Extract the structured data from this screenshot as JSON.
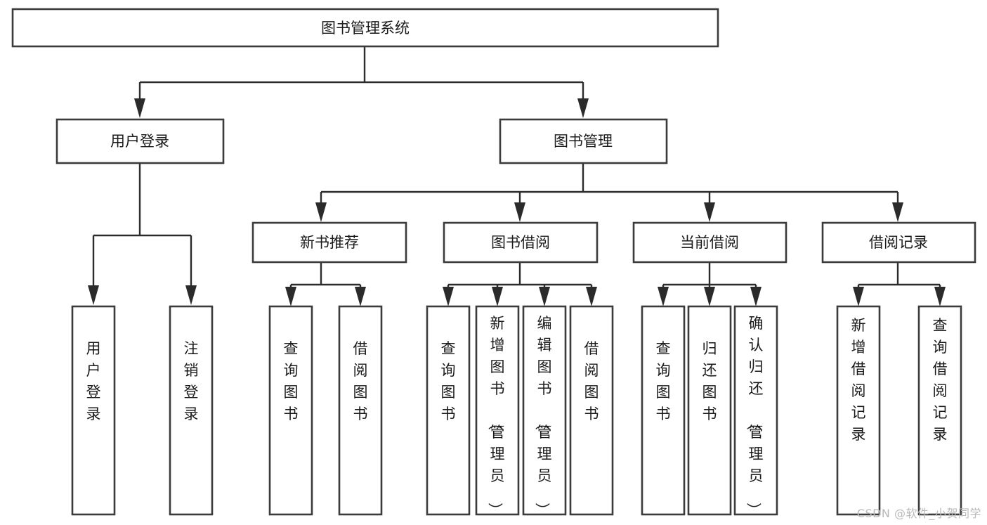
{
  "diagram": {
    "title": "图书管理系统",
    "type": "tree",
    "orientation": "top-down",
    "watermark": "CSDN @软件_小贺同学",
    "colors": {
      "box_fill": "#ffffff",
      "box_stroke": "#3b3b3b",
      "connector": "#2b2b2b",
      "text": "#1a1a1a",
      "watermark": "#b9b9b9",
      "background": "#ffffff"
    },
    "nodes": {
      "root": {
        "label": "图书管理系统"
      },
      "level2": [
        {
          "id": "user-login",
          "label": "用户登录"
        },
        {
          "id": "book-management",
          "label": "图书管理"
        }
      ],
      "level3": [
        {
          "id": "new-book-recommend",
          "label": "新书推荐"
        },
        {
          "id": "book-borrow",
          "label": "图书借阅"
        },
        {
          "id": "current-borrow",
          "label": "当前借阅"
        },
        {
          "id": "borrow-record",
          "label": "借阅记录"
        }
      ],
      "leaves": {
        "user-login": [
          {
            "id": "leaf-user-login",
            "label": "用户登录"
          },
          {
            "id": "leaf-user-logout",
            "label": "注销登录"
          }
        ],
        "new-book-recommend": [
          {
            "id": "leaf-query-book-1",
            "label": "查询图书"
          },
          {
            "id": "leaf-borrow-book-1",
            "label": "借阅图书"
          }
        ],
        "book-borrow": [
          {
            "id": "leaf-query-book-2",
            "label": "查询图书"
          },
          {
            "id": "leaf-add-book",
            "label": "新增图书（管理员）"
          },
          {
            "id": "leaf-edit-book",
            "label": "编辑图书（管理员）"
          },
          {
            "id": "leaf-borrow-book-2",
            "label": "借阅图书"
          }
        ],
        "current-borrow": [
          {
            "id": "leaf-query-book-3",
            "label": "查询图书"
          },
          {
            "id": "leaf-return-book",
            "label": "归还图书"
          },
          {
            "id": "leaf-confirm-return",
            "label": "确认归还（管理员）"
          }
        ],
        "borrow-record": [
          {
            "id": "leaf-add-record",
            "label": "新增借阅记录"
          },
          {
            "id": "leaf-query-record",
            "label": "查询借阅记录"
          }
        ]
      }
    }
  }
}
